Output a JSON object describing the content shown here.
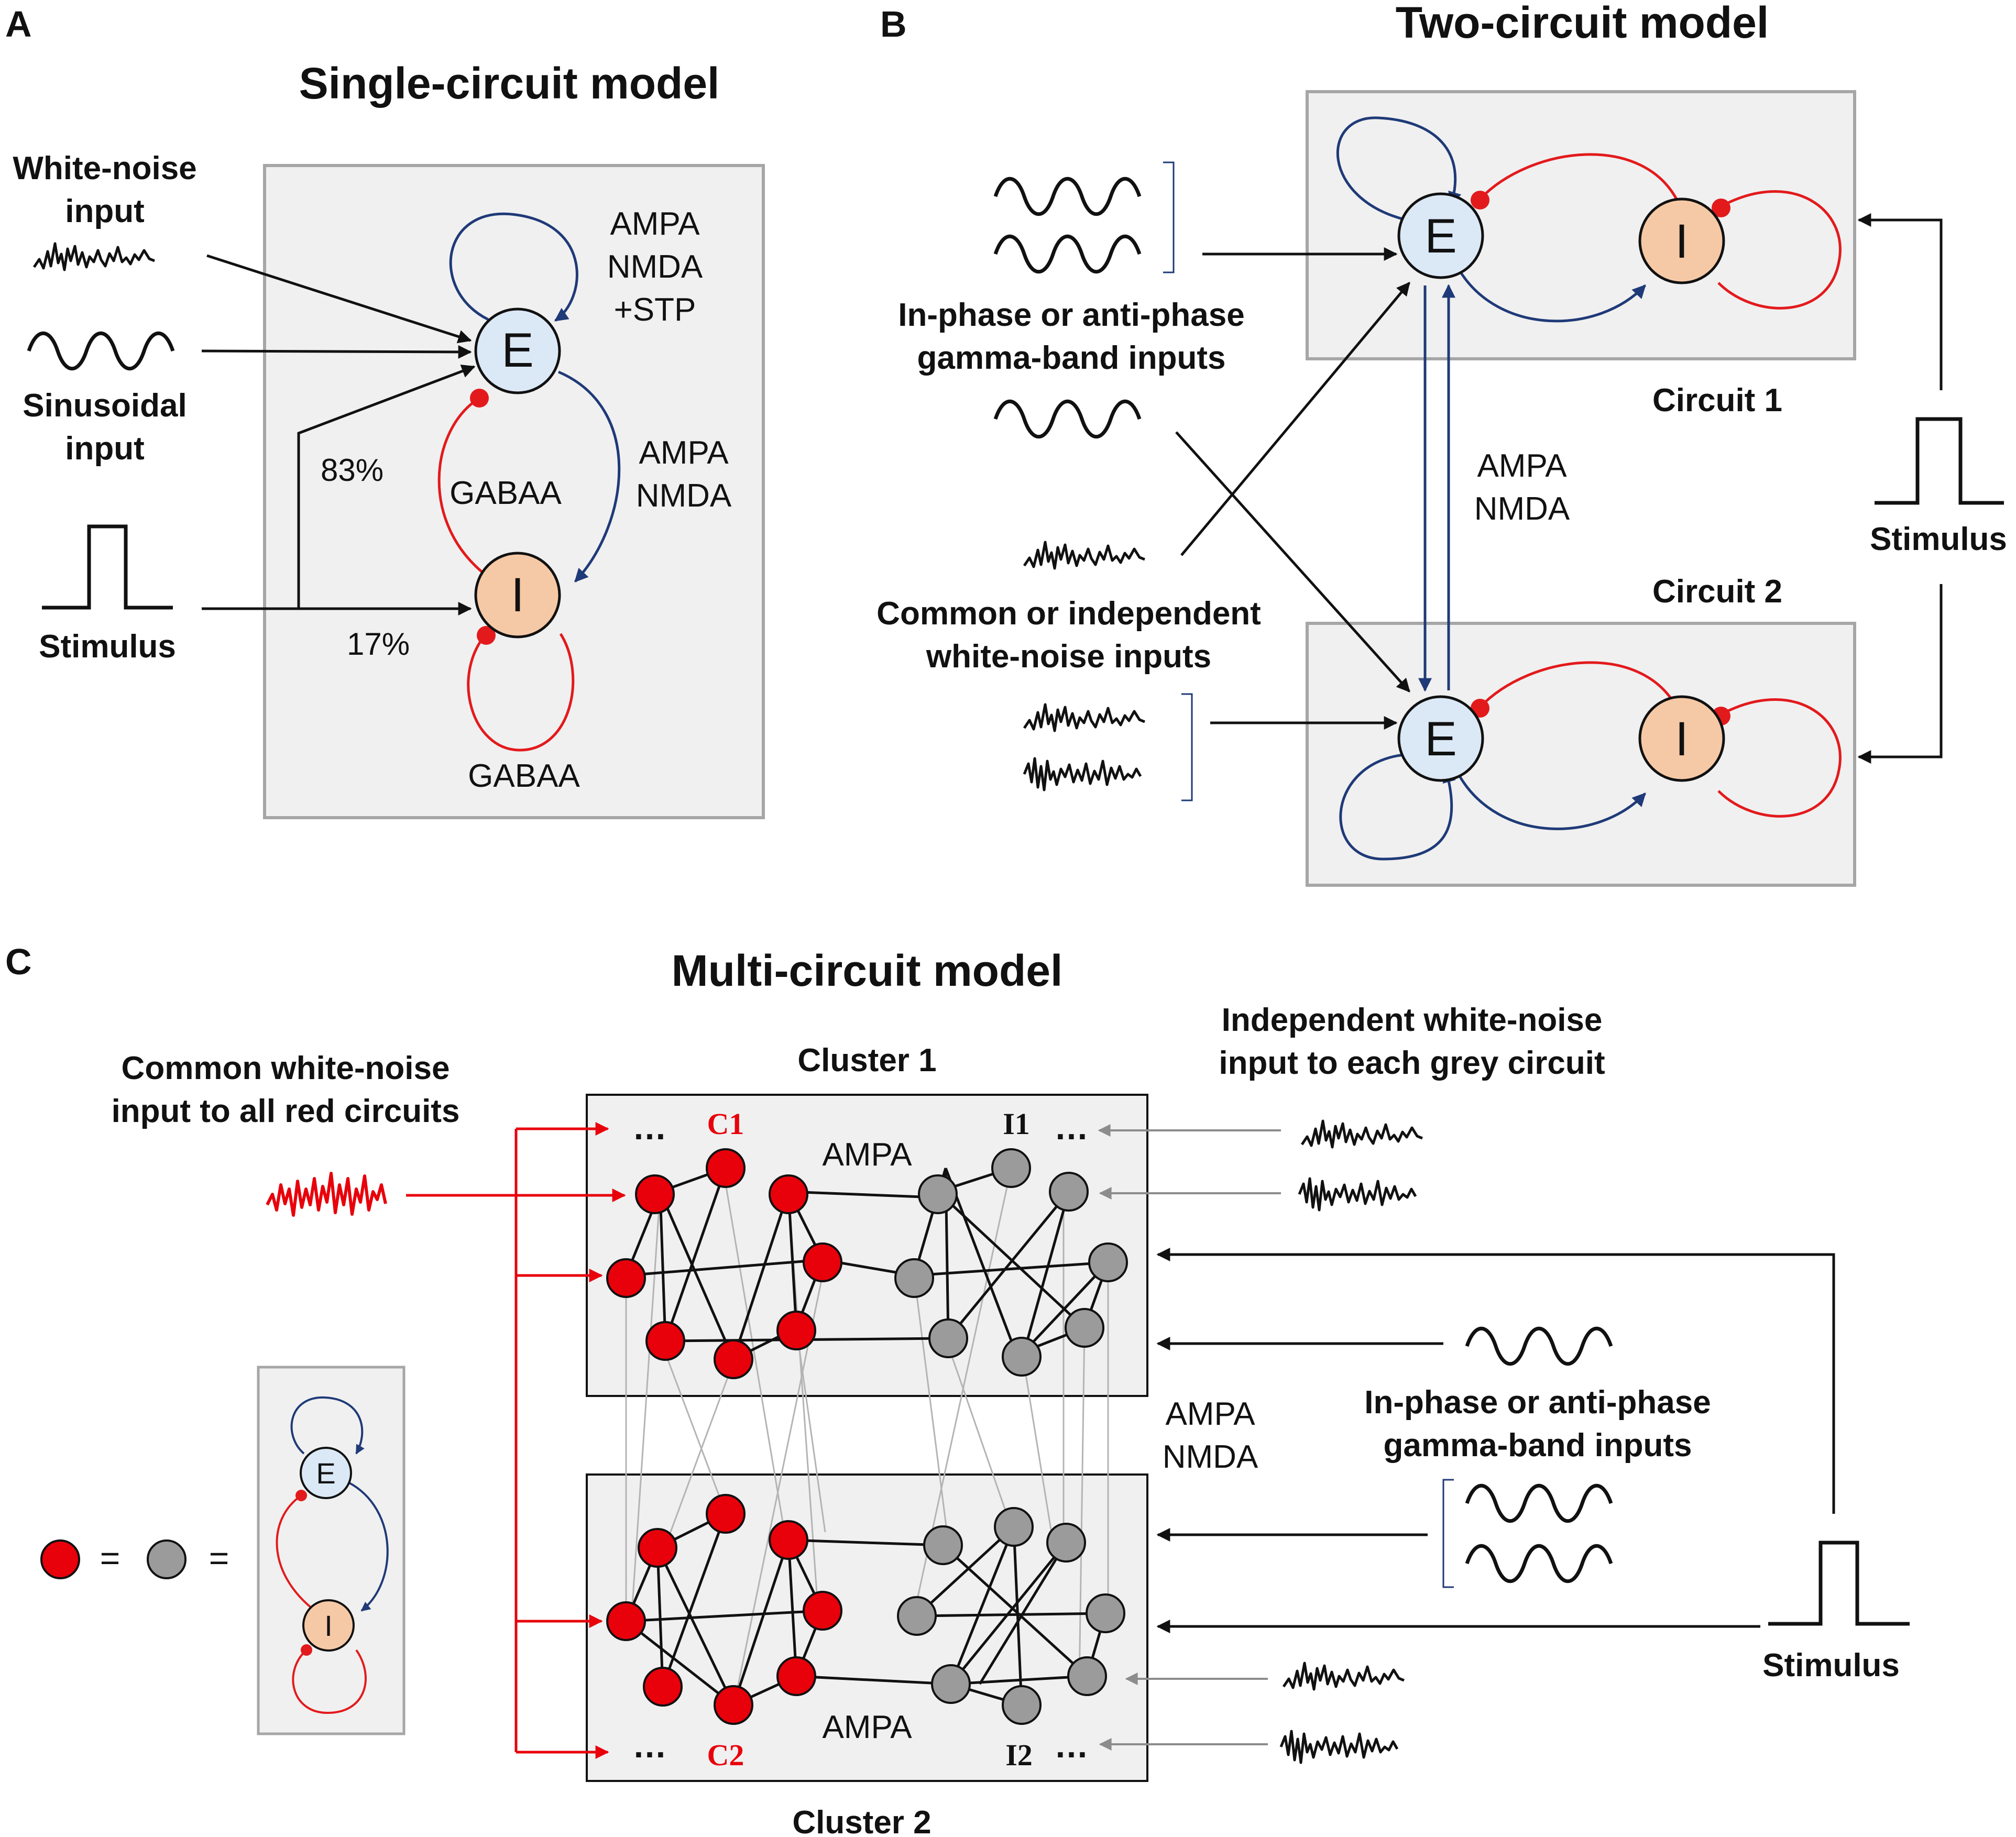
{
  "colors": {
    "excitatory_fill": "#dbe8f5",
    "inhibitory_fill": "#f6c9a6",
    "excitatory_edge": "#1f3a78",
    "inhibitory_edge": "#e31a1c",
    "inhibitory_terminal": "#e31a1c",
    "box_fill": "#f0f0f0",
    "box_stroke": "#a6a6a6",
    "red_circuit": "#e8000b",
    "grey_circuit": "#9b9b9b",
    "arrow_grey": "#8c8c8c",
    "text": "#111111"
  },
  "panel_a": {
    "letter": "A",
    "title": "Single-circuit model",
    "inputs": {
      "white_noise": [
        "White-noise",
        "input"
      ],
      "sinusoidal": [
        "Sinusoidal",
        "input"
      ],
      "stimulus": "Stimulus"
    },
    "node_e": "E",
    "node_i": "I",
    "e_recurrent_label": [
      "AMPA",
      "NMDA",
      "+STP"
    ],
    "e_to_i_label": [
      "AMPA",
      "NMDA"
    ],
    "i_to_e_label": "GABAA",
    "i_recurrent_label": "GABAA",
    "stim_split_e": "83%",
    "stim_split_i": "17%"
  },
  "panel_b": {
    "letter": "B",
    "title": "Two-circuit model",
    "gamma_label": [
      "In-phase or anti-phase",
      "gamma-band inputs"
    ],
    "noise_label": [
      "Common or independent",
      "white-noise inputs"
    ],
    "inter_label": [
      "AMPA",
      "NMDA"
    ],
    "circuit1": "Circuit 1",
    "circuit2": "Circuit 2",
    "stimulus": "Stimulus",
    "node_e": "E",
    "node_i": "I"
  },
  "panel_c": {
    "letter": "C",
    "title": "Multi-circuit model",
    "common_noise_label": [
      "Common white-noise",
      "input to all red circuits"
    ],
    "independent_noise_label": [
      "Independent white-noise",
      "input to each grey circuit"
    ],
    "cluster1": "Cluster 1",
    "cluster2": "Cluster 2",
    "intra_label": "AMPA",
    "inter_label": [
      "AMPA",
      "NMDA"
    ],
    "gamma_label": [
      "In-phase or anti-phase",
      "gamma-band inputs"
    ],
    "stimulus": "Stimulus",
    "c1": "C1",
    "c2": "C2",
    "i1": "I1",
    "i2": "I2",
    "ellipsis": "…",
    "equals": "=",
    "legend_node_e": "E",
    "legend_node_i": "I"
  }
}
